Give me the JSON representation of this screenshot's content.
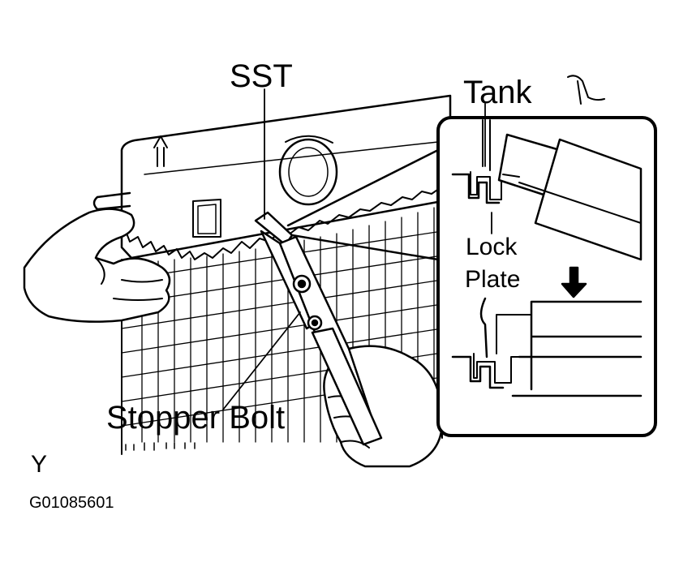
{
  "labels": {
    "sst": "SST",
    "tank": "Tank",
    "lock": "Lock",
    "plate": "Plate",
    "stopper_bolt": "Stopper Bolt",
    "view_letter": "Y",
    "figure_code": "G01085601"
  }
}
